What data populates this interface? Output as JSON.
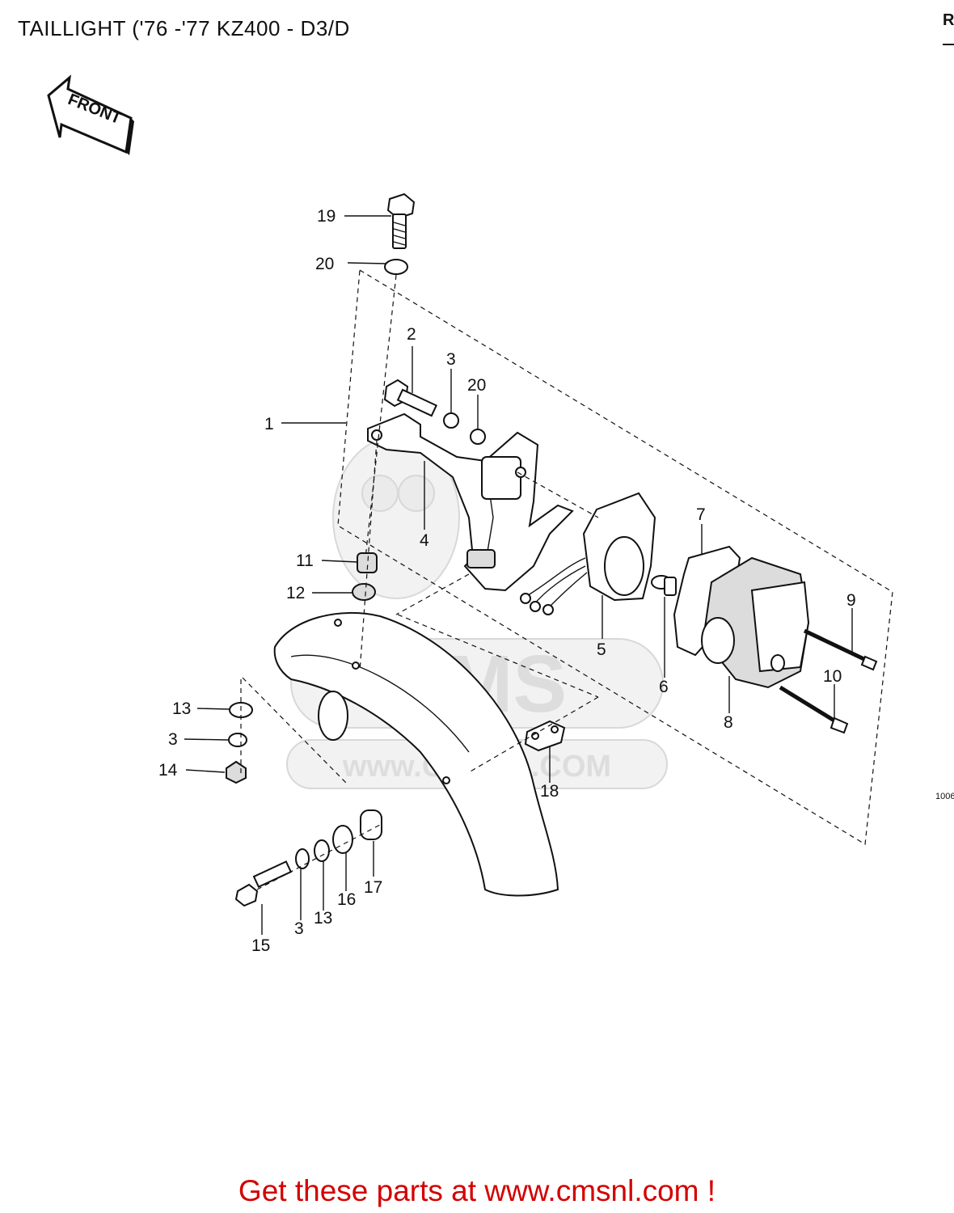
{
  "title": "TAILLIGHT ('76 -'77 KZ400 - D3/D",
  "corner_mark": "R",
  "front_label": "FRONT",
  "ref_code": "1006",
  "watermark": {
    "logo": "CMS",
    "url": "www.CMSNL.COM"
  },
  "footer": "Get these parts at www.cmsnl.com !",
  "callouts": {
    "c19": "19",
    "c20a": "20",
    "c2": "2",
    "c3a": "3",
    "c20b": "20",
    "c1": "1",
    "c4": "4",
    "c11": "11",
    "c12": "12",
    "c7": "7",
    "c5": "5",
    "c6": "6",
    "c9": "9",
    "c10": "10",
    "c8": "8",
    "c13a": "13",
    "c3b": "3",
    "c14": "14",
    "c18": "18",
    "c3c": "3",
    "c13b": "13",
    "c16": "16",
    "c17": "17",
    "c15": "15"
  }
}
